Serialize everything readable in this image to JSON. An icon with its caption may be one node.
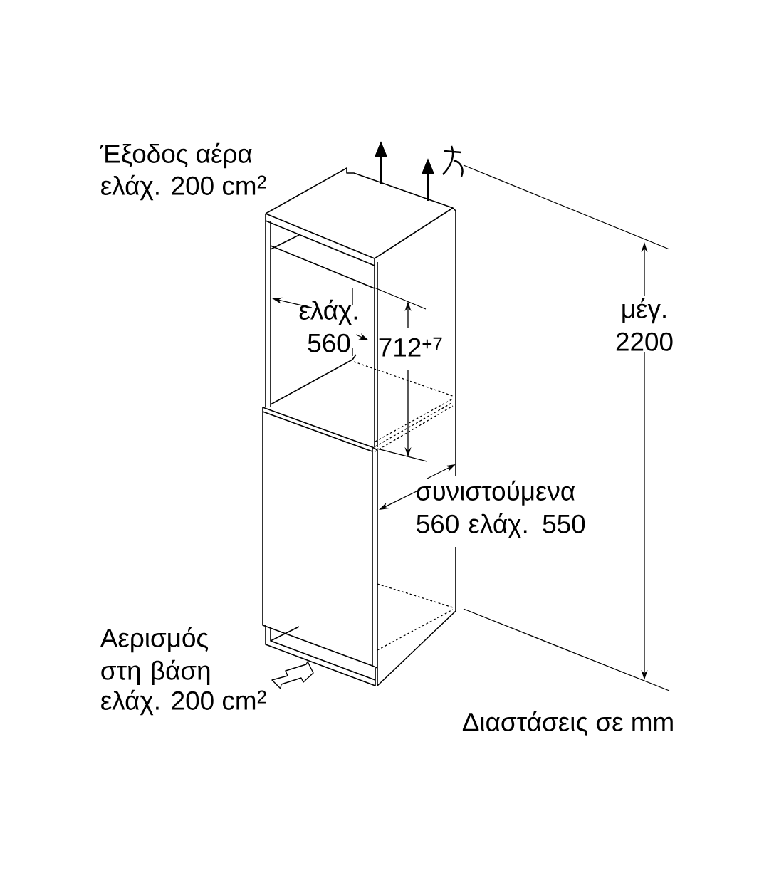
{
  "diagram": {
    "labels": [
      "Έξοδος αέρα",
      "ελάχ. 200 cm$^{2}$",
      "ελάχ. 560",
      "712$^{+7}$",
      "μέγ. 2200",
      "συνιστούμενα 560 ελάχ. 550",
      "Αερισμός στη βάση",
      "ελάχ. 200 cm$^{2}$",
      "Διαστάσεις σε mm"
    ]
  }
}
